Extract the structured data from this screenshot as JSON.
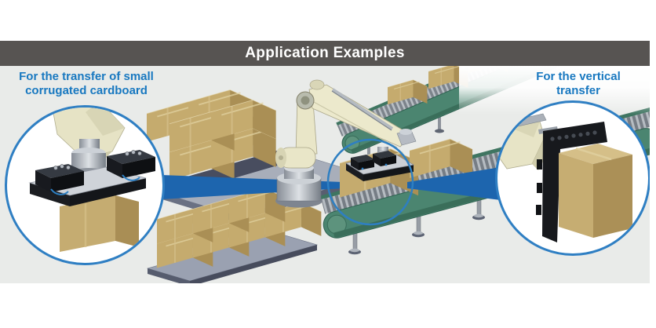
{
  "header": {
    "title": "Application Examples"
  },
  "callouts": {
    "left": {
      "line1": "For the transfer of small",
      "line2": "corrugated cardboard"
    },
    "right": {
      "line1": "For the vertical",
      "line2": "transfer"
    }
  },
  "scene_objects": {
    "robot": "industrial-robot-arm",
    "gripper": "vacuum-gripper-unit",
    "conveyors": "roller-conveyors",
    "boxes": "corrugated-cardboard-boxes"
  },
  "colors": {
    "header_bg": "#575452",
    "stage_bg": "#e9ebe9",
    "callout_text_blue": "#1878c0",
    "circle_border_blue": "#2f7fc3",
    "beam_blue": "#1d65ae",
    "box_tan": "#c5ab6e",
    "conveyor_green": "#4b8570",
    "robot_cream": "#e9e6c8"
  }
}
